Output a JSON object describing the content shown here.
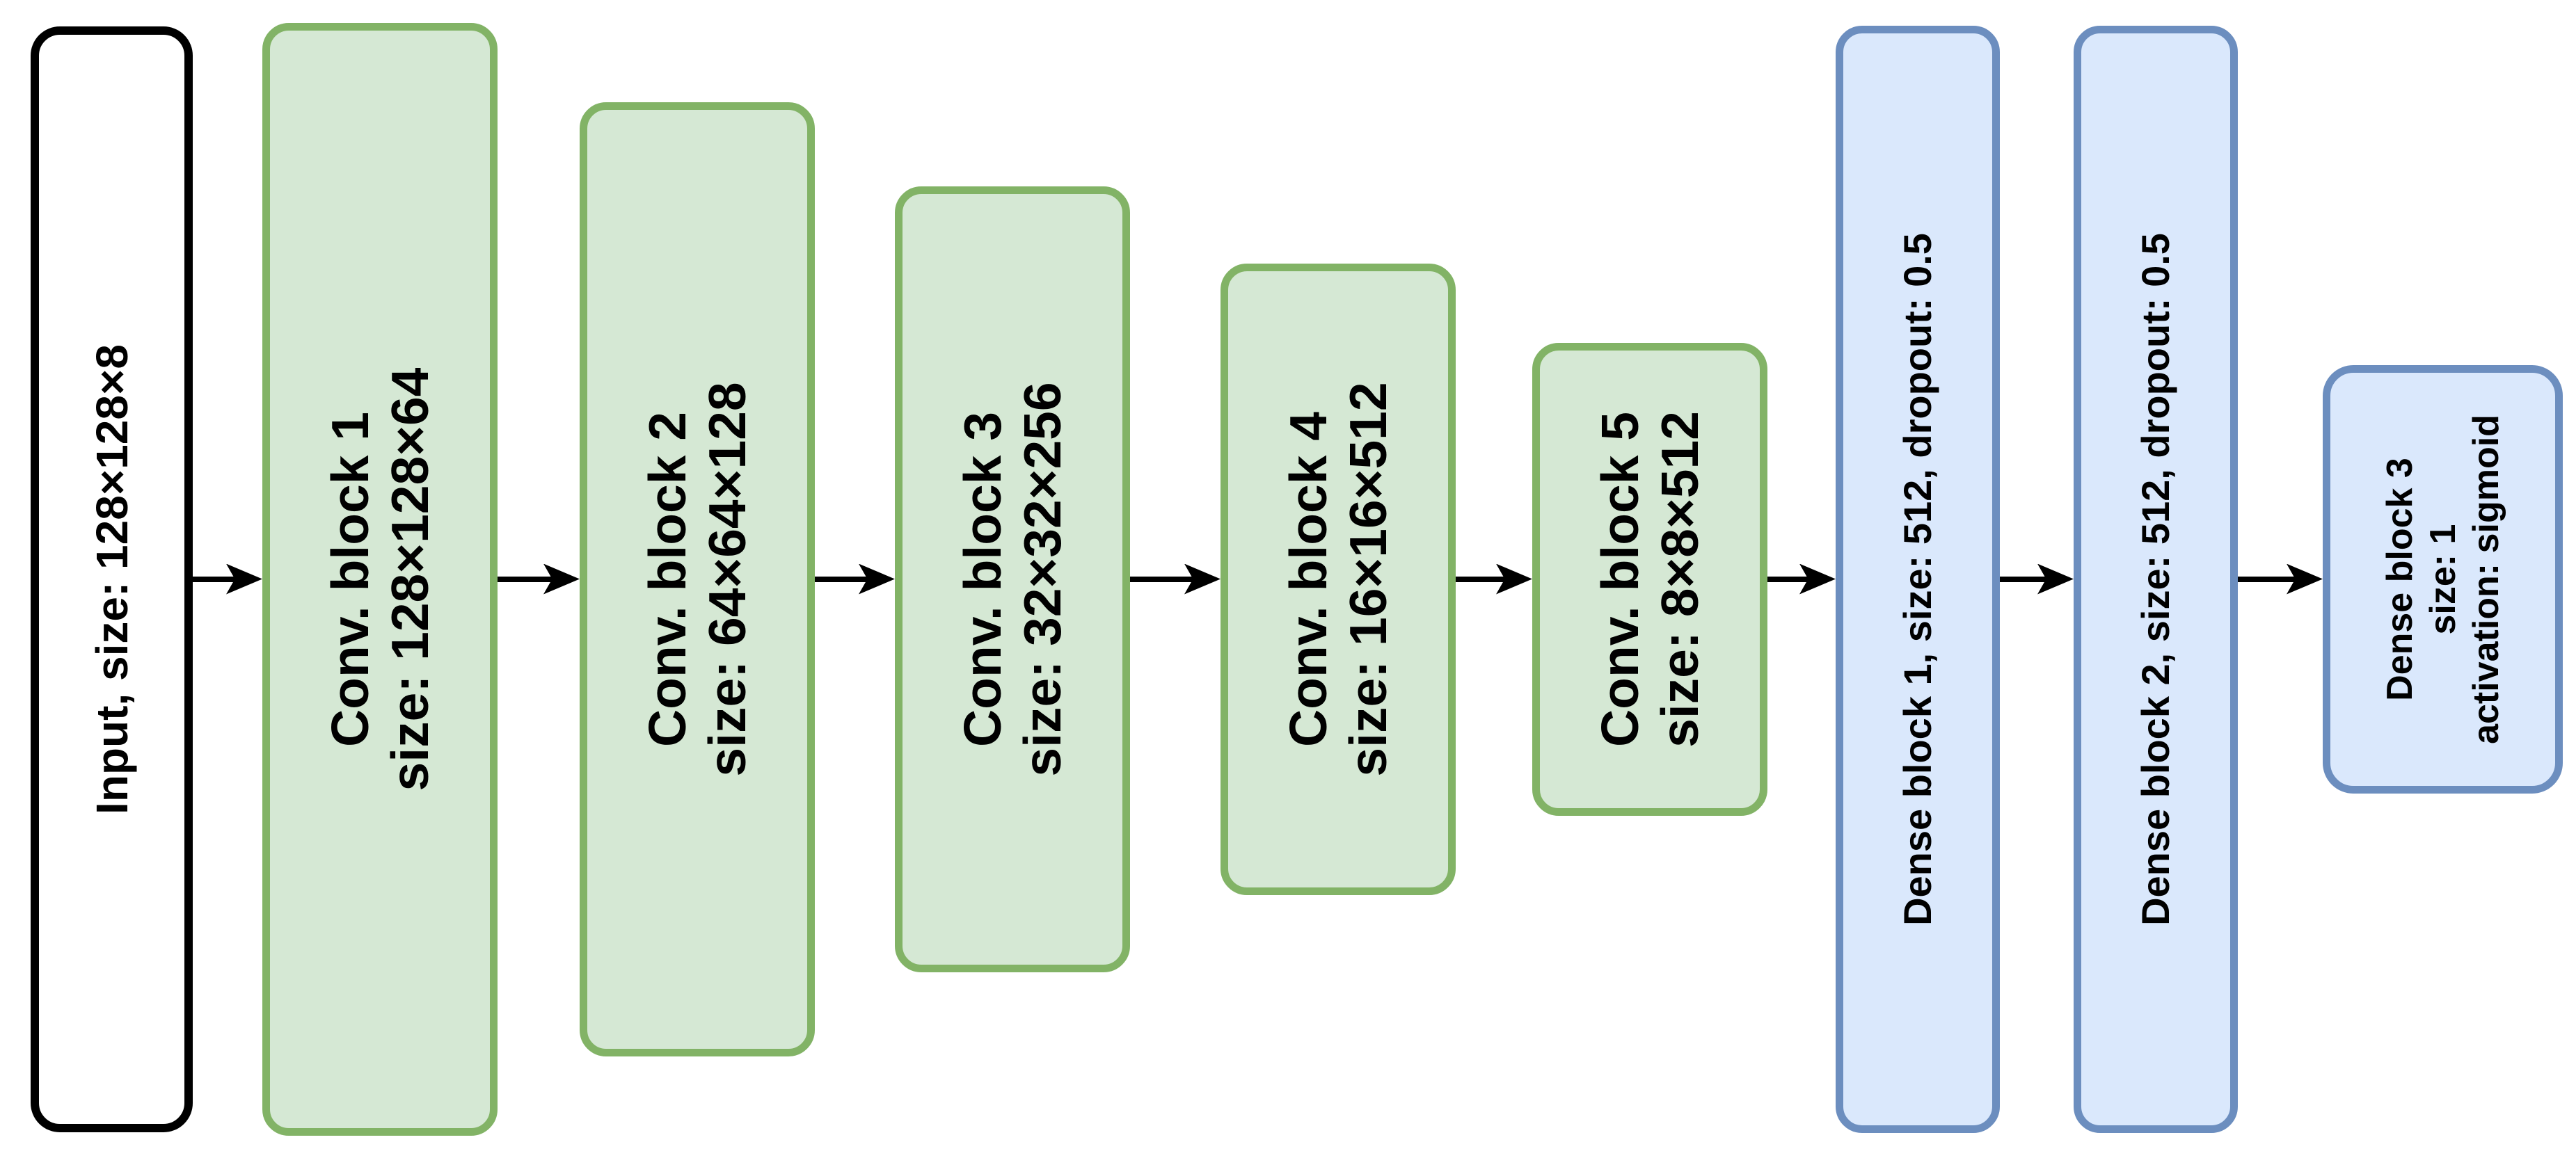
{
  "diagram": {
    "description": "Convolutional neural network architecture flowchart, left to right",
    "background": "#ffffff",
    "colors": {
      "input_fill": "#ffffff",
      "input_border": "#000000",
      "conv_fill": "#d5e8d4",
      "conv_border": "#82b366",
      "dense_fill": "#dae8fc",
      "dense_border": "#6c8ebf",
      "arrow": "#000000",
      "text": "#000000"
    },
    "blocks": [
      {
        "id": "input-layer",
        "kind": "input",
        "text": "Input, size: 128×128×8"
      },
      {
        "id": "conv-block-1",
        "kind": "conv",
        "text": "Conv. block 1\nsize: 128×128×64"
      },
      {
        "id": "conv-block-2",
        "kind": "conv",
        "text": "Conv. block 2\nsize: 64×64×128"
      },
      {
        "id": "conv-block-3",
        "kind": "conv",
        "text": "Conv. block 3\nsize: 32×32×256"
      },
      {
        "id": "conv-block-4",
        "kind": "conv",
        "text": "Conv. block 4\nsize: 16×16×512"
      },
      {
        "id": "conv-block-5",
        "kind": "conv",
        "text": "Conv. block 5\nsize: 8×8×512"
      },
      {
        "id": "dense-block-1",
        "kind": "dense",
        "text": "Dense block 1, size: 512, dropout: 0.5"
      },
      {
        "id": "dense-block-2",
        "kind": "dense",
        "text": "Dense block 2, size: 512, dropout: 0.5"
      },
      {
        "id": "dense-block-3",
        "kind": "dense",
        "text": "Dense block 3\nsize: 1\nactivation: sigmoid"
      }
    ],
    "connections": [
      {
        "from": "input-layer",
        "to": "conv-block-1"
      },
      {
        "from": "conv-block-1",
        "to": "conv-block-2"
      },
      {
        "from": "conv-block-2",
        "to": "conv-block-3"
      },
      {
        "from": "conv-block-3",
        "to": "conv-block-4"
      },
      {
        "from": "conv-block-4",
        "to": "conv-block-5"
      },
      {
        "from": "conv-block-5",
        "to": "dense-block-1"
      },
      {
        "from": "dense-block-1",
        "to": "dense-block-2"
      },
      {
        "from": "dense-block-2",
        "to": "dense-block-3"
      }
    ]
  }
}
